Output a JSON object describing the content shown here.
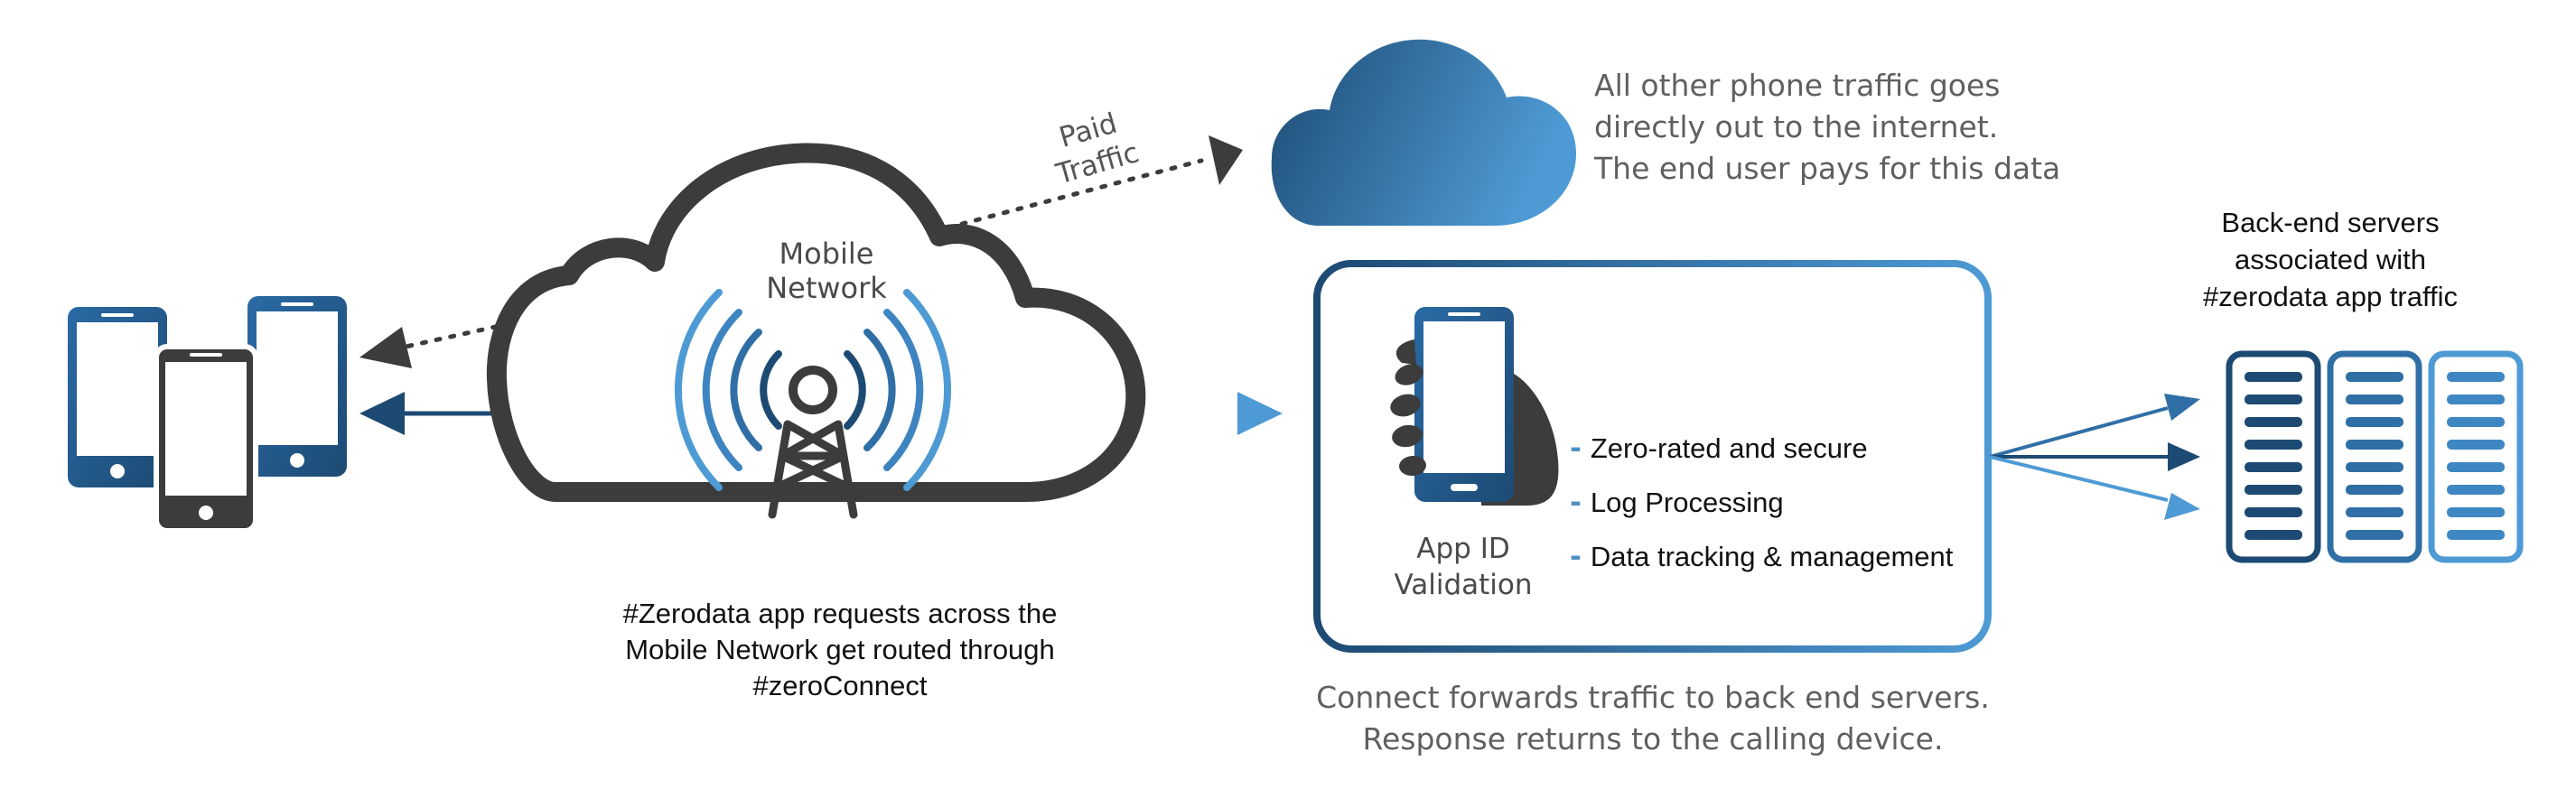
{
  "paid_traffic_label": [
    "Paid",
    "Traffic"
  ],
  "mobile_network_label": [
    "Mobile",
    "Network"
  ],
  "internet_note": [
    "All other phone traffic goes",
    "directly out to the internet.",
    "The end user pays for this data"
  ],
  "backend_label": [
    "Back-end servers",
    "associated with",
    "#zerodata app traffic"
  ],
  "zerodata_caption": [
    "#Zerodata app requests across the",
    "Mobile Network get routed through",
    "#zeroConnect"
  ],
  "app_id_label": [
    "App ID",
    "Validation"
  ],
  "features": [
    "Zero-rated and secure",
    "Log Processing",
    "Data tracking & management"
  ],
  "connect_caption": [
    "Connect forwards traffic to back end servers.",
    "Response returns to the calling device."
  ],
  "colors": {
    "dark_navy": "#1d4a73",
    "mid_blue": "#2f6fa6",
    "light_blue": "#4e9ad4",
    "dark_grey": "#3c3c3c"
  }
}
